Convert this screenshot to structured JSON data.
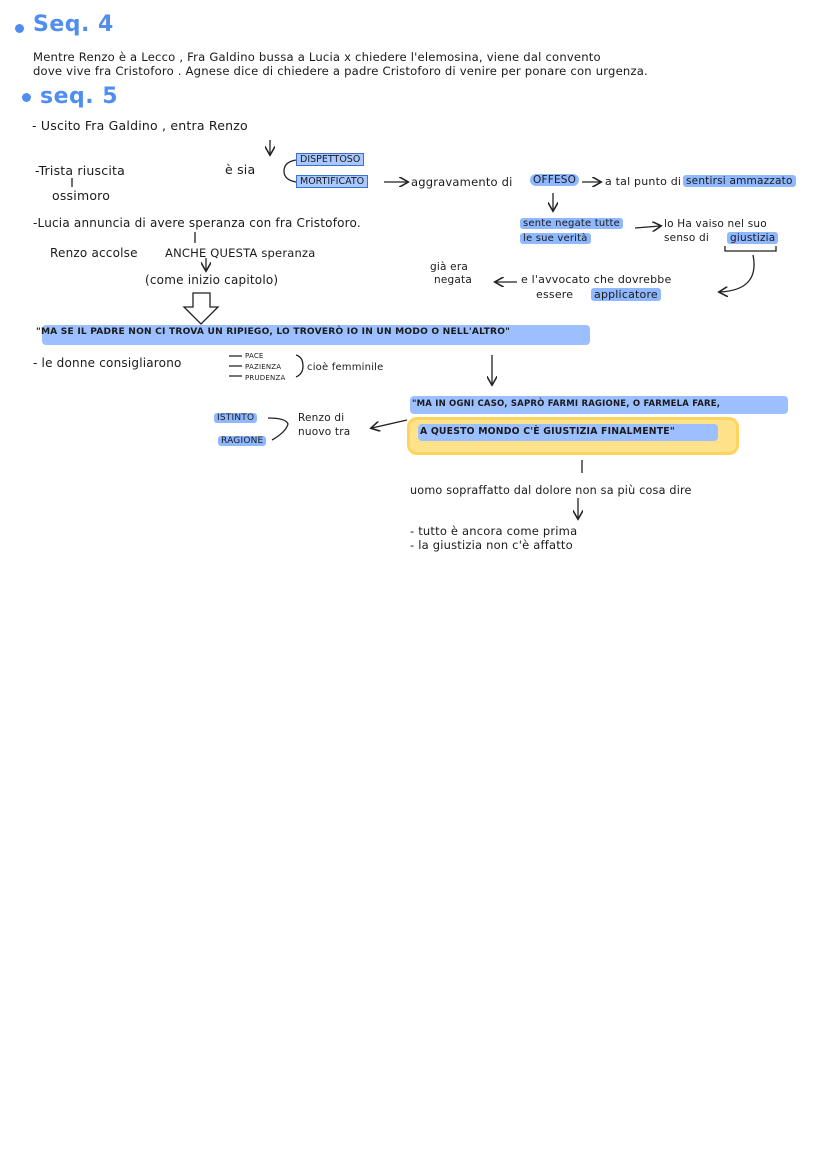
{
  "seq4": {
    "heading": "Seq. 4",
    "line1": "Mentre Renzo è a Lecco , Fra Galdino bussa a Lucia x chiedere l'elemosina, viene dal convento",
    "line2": "dove vive fra Cristoforo . Agnese dice di chiedere a padre Cristoforo di venire per ponare con urgenza."
  },
  "seq5": {
    "heading": "seq. 5",
    "uscito": "- Uscito Fra Galdino , entra Renzo",
    "trista": "-Trista riuscita",
    "ossimoro": "ossimoro",
    "e_sia": "è sia",
    "dispettoso": "DISPETTOSO",
    "mortificato": "MORTIFICATO",
    "aggravamento": "aggravamento di",
    "offeso": "OFFESO",
    "a_tal_punto": "a tal punto di",
    "sentirsi": "sentirsi ammazzato",
    "lucia_annuncia": "-Lucia annuncia di avere speranza con fra Cristoforo.",
    "renzo_accolse": "Renzo accolse",
    "anche_questa": "ANCHE QUESTA speranza",
    "come_inizio": "(come inizio capitolo)",
    "sente_negate_1": "sente negate tutte",
    "sente_negate_2": "le sue verità",
    "lo_ha_vaiso_1": "lo Ha vaiso nel suo",
    "lo_ha_vaiso_2": "senso di",
    "giustizia": "giustizia",
    "gia_era_1": "già era",
    "gia_era_2": "negata",
    "avvocato_1": "e l'avvocato che dovrebbe",
    "avvocato_2": "essere",
    "applicatore": "applicatore",
    "quote1": "\"MA SE IL PADRE NON CI TROVA UN RIPIEGO, LO TROVERÒ IO IN UN MODO O NELL'ALTRO\"",
    "donne": "- le donne consigliarono",
    "pace": "PACE",
    "pazienza": "PAZIENZA",
    "prudenza": "PRUDENZA",
    "cioe": "cioè femminile",
    "quote2": "\"MA IN OGNI CASO, SAPRÒ FARMI RAGIONE, O FARMELA FARE,",
    "quote3": "A QUESTO MONDO C'È GIUSTIZIA FINALMENTE\"",
    "istinto": "ISTINTO",
    "ragione": "RAGIONE",
    "renzo_di_1": "Renzo di",
    "renzo_di_2": "nuovo tra",
    "uomo": "uomo sopraffatto dal dolore non sa più cosa dire",
    "tutto": "- tutto è ancora come prima",
    "giustizia_non": "- la giustizia non c'è affatto"
  }
}
